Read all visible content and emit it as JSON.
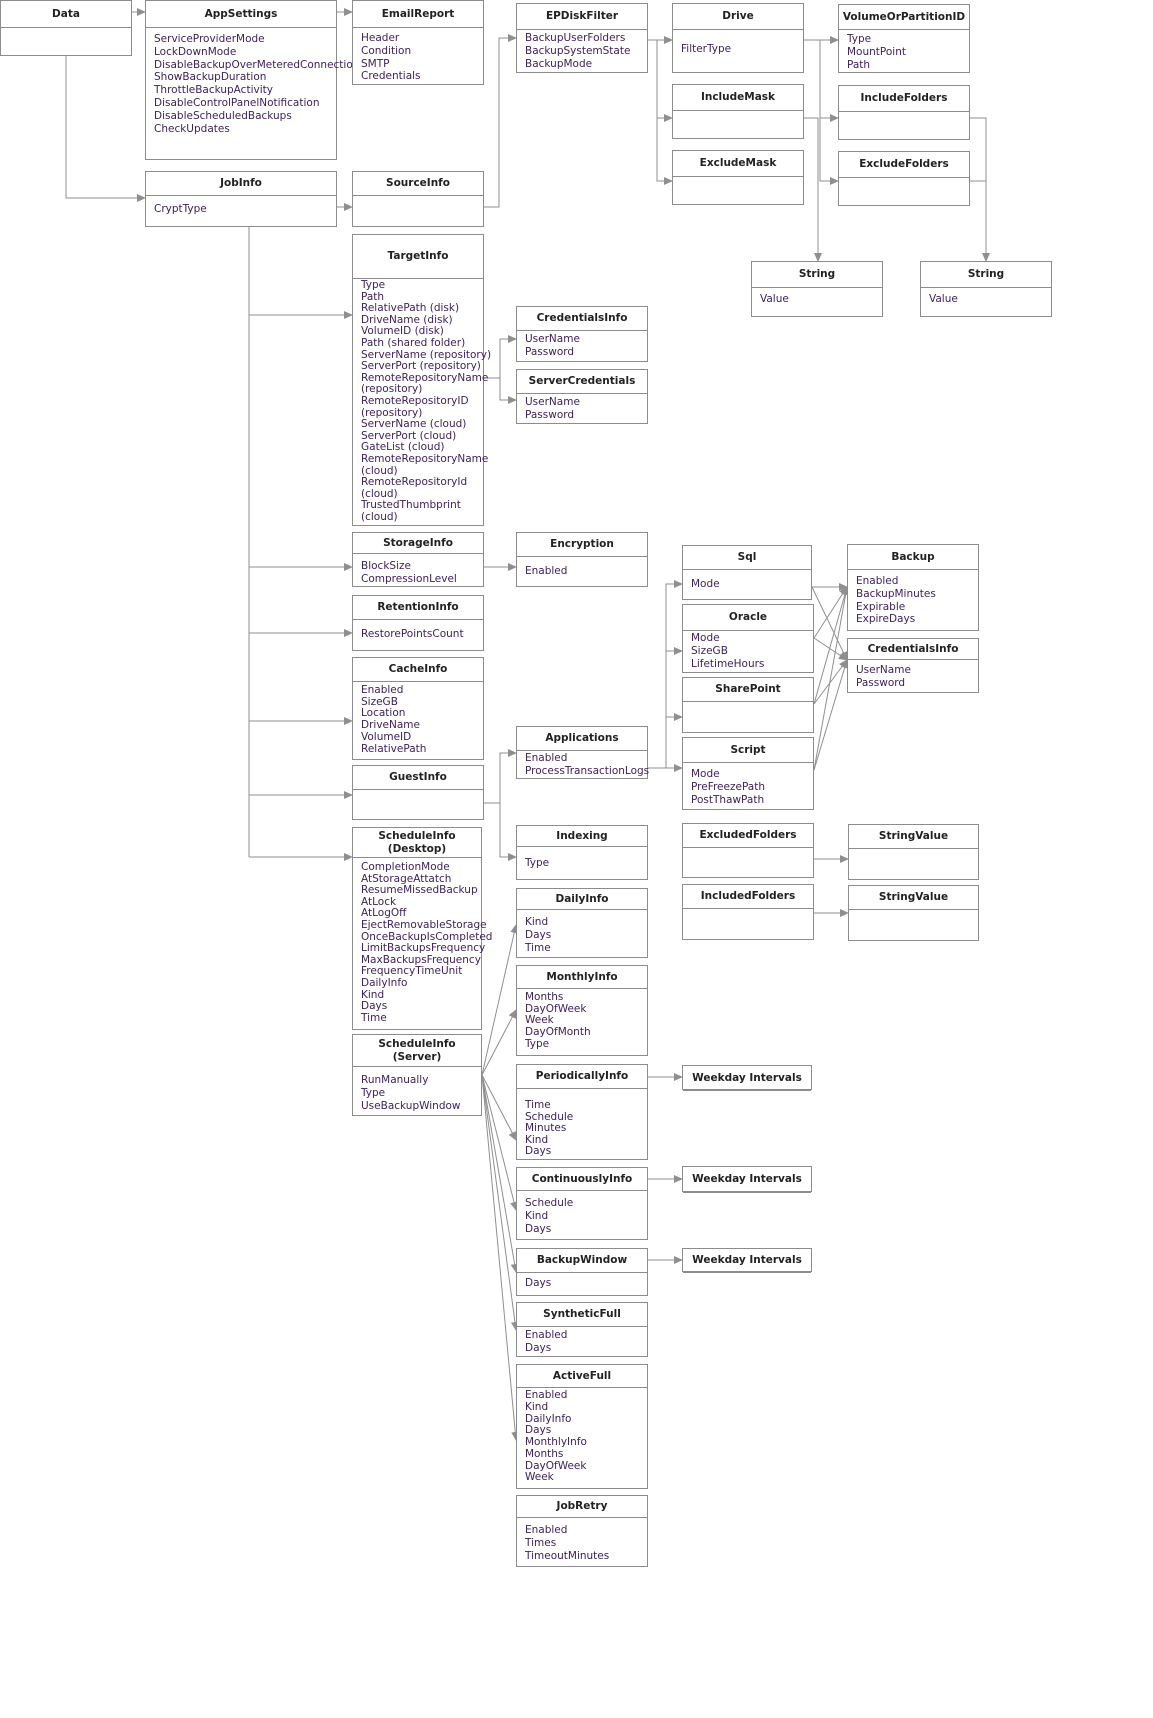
{
  "diagram": {
    "nodes": [
      {
        "id": "data",
        "title": "Data",
        "fields": []
      },
      {
        "id": "appsettings",
        "title": "AppSettings",
        "fields": [
          "ServiceProviderMode",
          "LockDownMode",
          "DisableBackupOverMeteredConnection",
          "ShowBackupDuration",
          "ThrottleBackupActivity",
          "DisableControlPanelNotification",
          "DisableScheduledBackups",
          "CheckUpdates"
        ]
      },
      {
        "id": "emailreport",
        "title": "EmailReport",
        "fields": [
          "Header",
          "Condition",
          "SMTP",
          "Credentials"
        ]
      },
      {
        "id": "epdiskfilter",
        "title": "EPDiskFilter",
        "fields": [
          "BackupUserFolders",
          "BackupSystemState",
          "BackupMode"
        ]
      },
      {
        "id": "drive",
        "title": "Drive",
        "fields": [
          "FilterType"
        ]
      },
      {
        "id": "volumeorpartitionid",
        "title": "VolumeOrPartitionID",
        "fields": [
          "Type",
          "MountPoint",
          "Path"
        ]
      },
      {
        "id": "includemask",
        "title": "IncludeMask",
        "fields": []
      },
      {
        "id": "includefolders",
        "title": "IncludeFolders",
        "fields": []
      },
      {
        "id": "excludemask",
        "title": "ExcludeMask",
        "fields": []
      },
      {
        "id": "excludefolders",
        "title": "ExcludeFolders",
        "fields": []
      },
      {
        "id": "string1",
        "title": "String",
        "fields": [
          "Value"
        ]
      },
      {
        "id": "string2",
        "title": "String",
        "fields": [
          "Value"
        ]
      },
      {
        "id": "jobinfo",
        "title": "JobInfo",
        "fields": [
          "CryptType"
        ]
      },
      {
        "id": "sourceinfo",
        "title": "SourceInfo",
        "fields": []
      },
      {
        "id": "targetinfo",
        "title": "TargetInfo",
        "fields": [
          "Type",
          "Path",
          "RelativePath (disk)",
          "DriveName (disk)",
          "VolumeID (disk)",
          "Path (shared folder)",
          "ServerName (repository)",
          "ServerPort (repository)",
          "RemoteRepositoryName",
          "(repository)",
          "RemoteRepositoryID",
          "(repository)",
          "ServerName (cloud)",
          "ServerPort (cloud)",
          "GateList (cloud)",
          "RemoteRepositoryName",
          "(cloud)",
          "RemoteRepositoryId",
          "(cloud)",
          "TrustedThumbprint",
          "(cloud)"
        ]
      },
      {
        "id": "credentialsinfo1",
        "title": "CredentialsInfo",
        "fields": [
          "UserName",
          "Password"
        ]
      },
      {
        "id": "servercredentials",
        "title": "ServerCredentials",
        "fields": [
          "UserName",
          "Password"
        ]
      },
      {
        "id": "storageinfo",
        "title": "StorageInfo",
        "fields": [
          "BlockSize",
          "CompressionLevel"
        ]
      },
      {
        "id": "encryption",
        "title": "Encryption",
        "fields": [
          "Enabled"
        ]
      },
      {
        "id": "retentioninfo",
        "title": "RetentionInfo",
        "fields": [
          "RestorePointsCount"
        ]
      },
      {
        "id": "cacheinfo",
        "title": "CacheInfo",
        "fields": [
          "Enabled",
          "SizeGB",
          "Location",
          "DriveName",
          "VolumeID",
          "RelativePath"
        ]
      },
      {
        "id": "guestinfo",
        "title": "GuestInfo",
        "fields": []
      },
      {
        "id": "applications",
        "title": "Applications",
        "fields": [
          "Enabled",
          "ProcessTransactionLogs"
        ]
      },
      {
        "id": "sql",
        "title": "Sql",
        "fields": [
          "Mode"
        ]
      },
      {
        "id": "oracle",
        "title": "Oracle",
        "fields": [
          "Mode",
          "SizeGB",
          "LifetimeHours"
        ]
      },
      {
        "id": "sharepoint",
        "title": "SharePoint",
        "fields": []
      },
      {
        "id": "script",
        "title": "Script",
        "fields": [
          "Mode",
          "PreFreezePath",
          "PostThawPath"
        ]
      },
      {
        "id": "backup",
        "title": "Backup",
        "fields": [
          "Enabled",
          "BackupMinutes",
          "Expirable",
          "ExpireDays"
        ]
      },
      {
        "id": "credentialsinfo2",
        "title": "CredentialsInfo",
        "fields": [
          "UserName",
          "Password"
        ]
      },
      {
        "id": "indexing",
        "title": "Indexing",
        "fields": [
          "Type"
        ]
      },
      {
        "id": "excludedfolders",
        "title": "ExcludedFolders",
        "fields": []
      },
      {
        "id": "includedfolders",
        "title": "IncludedFolders",
        "fields": []
      },
      {
        "id": "stringvalue1",
        "title": "StringValue",
        "fields": []
      },
      {
        "id": "stringvalue2",
        "title": "StringValue",
        "fields": []
      },
      {
        "id": "scheduledesktop",
        "title": "ScheduleInfo\n(Desktop)",
        "fields": [
          "CompletionMode",
          "AtStorageAttatch",
          "ResumeMissedBackup",
          "AtLock",
          "AtLogOff",
          "EjectRemovableStorage",
          "OnceBackupIsCompleted",
          "LimitBackupsFrequency",
          "MaxBackupsFrequency",
          "FrequencyTimeUnit",
          "DailyInfo",
          "Kind",
          "Days",
          "Time"
        ]
      },
      {
        "id": "scheduleserver",
        "title": "ScheduleInfo\n(Server)",
        "fields": [
          "RunManually",
          "Type",
          "UseBackupWindow"
        ]
      },
      {
        "id": "dailyinfo",
        "title": "DailyInfo",
        "fields": [
          "Kind",
          "Days",
          "Time"
        ]
      },
      {
        "id": "monthlyinfo",
        "title": "MonthlyInfo",
        "fields": [
          "Months",
          "DayOfWeek",
          "Week",
          "DayOfMonth",
          "Type"
        ]
      },
      {
        "id": "periodicallyinfo",
        "title": "PeriodicallyInfo",
        "fields": [
          "Time",
          "Schedule",
          "Minutes",
          "Kind",
          "Days"
        ]
      },
      {
        "id": "weekday1",
        "title": "Weekday Intervals",
        "fields": []
      },
      {
        "id": "continuouslyinfo",
        "title": "ContinuouslyInfo",
        "fields": [
          "Schedule",
          "Kind",
          "Days"
        ]
      },
      {
        "id": "weekday2",
        "title": "Weekday Intervals",
        "fields": []
      },
      {
        "id": "backupwindow",
        "title": "BackupWindow",
        "fields": [
          "Days"
        ]
      },
      {
        "id": "weekday3",
        "title": "Weekday Intervals",
        "fields": []
      },
      {
        "id": "syntheticfull",
        "title": "SyntheticFull",
        "fields": [
          "Enabled",
          "Days"
        ]
      },
      {
        "id": "activefull",
        "title": "ActiveFull",
        "fields": [
          "Enabled",
          "Kind",
          "DailyInfo",
          "Days",
          "MonthlyInfo",
          "Months",
          "DayOfWeek",
          "Week"
        ]
      },
      {
        "id": "jobretry",
        "title": "JobRetry",
        "fields": [
          "Enabled",
          "Times",
          "TimeoutMinutes"
        ]
      }
    ]
  },
  "colors": {
    "border": "#8c8c8c",
    "line": "#8f8f8f",
    "field_text": "#3c1f56",
    "title_text": "#222222"
  }
}
